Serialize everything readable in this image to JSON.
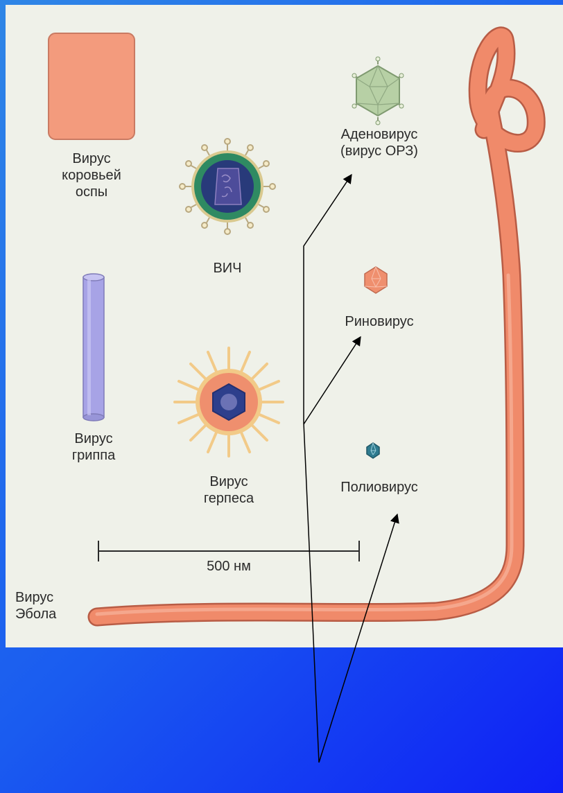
{
  "colors": {
    "background_gradient": [
      "#2f86e6",
      "#0f1ff5"
    ],
    "panel": "#eff1e9",
    "ebola": "#f08a6a",
    "vaccinia": "#f39b7d",
    "influenza": "#a7a3e6",
    "hiv_ring": "#2f8a62",
    "herpes_spikes": "#f2ca88",
    "adenovirus": "#b7d0a5",
    "rhinovirus": "#ef8f6e",
    "poliovirus": "#2f7b8f",
    "arrow": "#000000"
  },
  "labels": {
    "vaccinia": "Вирус\nкоровьей\nоспы",
    "hiv": "ВИЧ",
    "influenza": "Вирус\nгриппа",
    "herpes": "Вирус\nгерпеса",
    "adenovirus": "Аденовирус\n(вирус ОРЗ)",
    "rhinovirus": "Риновирус",
    "poliovirus": "Полиовирус",
    "ebola": "Вирус\nЭбола",
    "scale_bar": "500 нм"
  }
}
